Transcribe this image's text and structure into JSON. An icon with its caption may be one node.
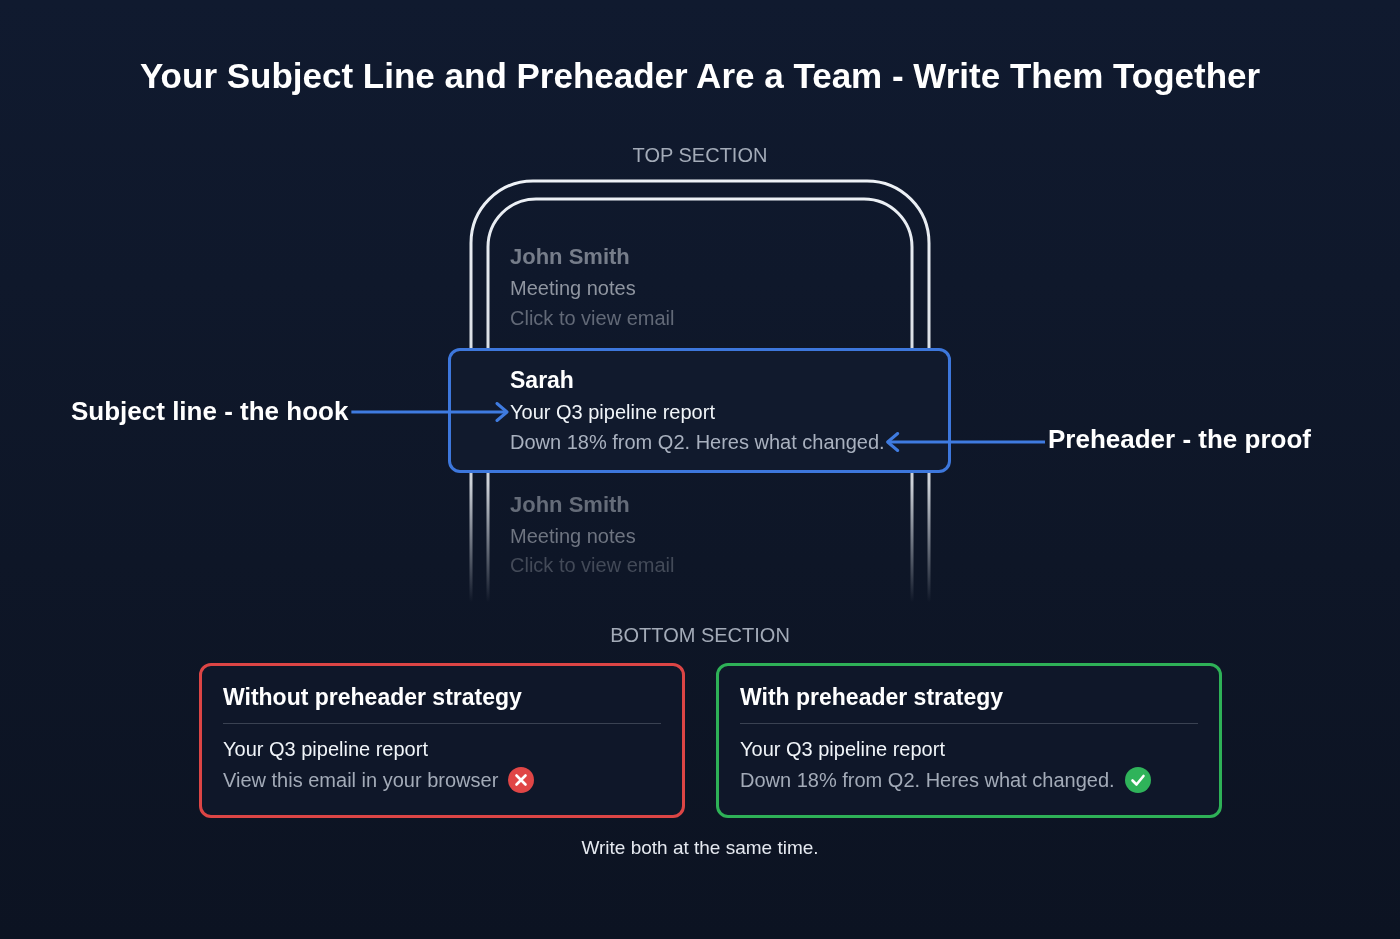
{
  "diagram": {
    "title": "Your Subject Line and Preheader Are a Team - Write Them Together",
    "caption": "Write both at the same time.",
    "nodes": [
      {
        "text": [
          "Subject line - the hook"
        ]
      },
      {
        "text": [
          "Sarah"
        ]
      },
      {
        "text": [
          "Your Q3 pipeline report"
        ],
        "in": 1
      },
      {
        "text": [
          "Down 18% from Q2. Heres what changed."
        ],
        "in": 1
      },
      {
        "text": [
          "Preheader - the proof"
        ]
      },
      {
        "text": [
          "Without preheader strategy",
          "Your Q3 pipeline report",
          "View this email in your browser"
        ]
      },
      {
        "text": [
          "With preheader strategy",
          "Your Q3 pipeline report",
          "Down 18% from Q2. Heres what changed."
        ]
      }
    ],
    "edges": [
      {
        "from": 0,
        "to": 2,
        "arrow": "to"
      },
      {
        "from": 4,
        "to": 3,
        "arrow": "to"
      }
    ],
    "labels": [
      "TOP SECTION",
      "John Smith",
      "Meeting notes",
      "Click to view email",
      "John Smith",
      "Meeting notes",
      "Click to view email",
      "BOTTOM SECTION"
    ]
  }
}
